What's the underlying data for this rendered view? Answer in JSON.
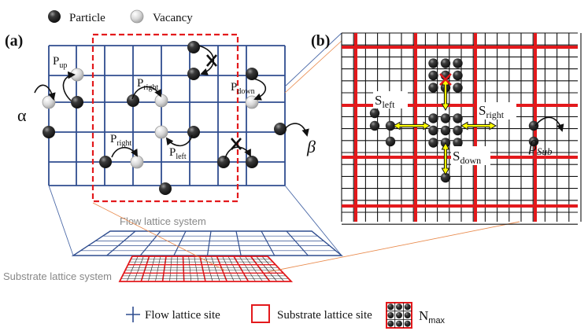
{
  "legend_top": {
    "particle": "Particle",
    "vacancy": "Vacancy"
  },
  "panel_a": {
    "label": "(a)",
    "alpha": "α",
    "beta": "β",
    "p_up": {
      "main": "P",
      "sub": "up"
    },
    "p_right_1": {
      "main": "P",
      "sub": "right"
    },
    "p_down": {
      "main": "P",
      "sub": "down"
    },
    "p_right_2": {
      "main": "P",
      "sub": "right"
    },
    "p_left": {
      "main": "P",
      "sub": "left"
    }
  },
  "panel_b": {
    "label": "(b)",
    "s_left": {
      "main": "S",
      "sub": "left"
    },
    "s_right": {
      "main": "S",
      "sub": "right"
    },
    "s_down": {
      "main": "S",
      "sub": "down"
    },
    "beta_sub": {
      "main": "β",
      "sub": "Sub"
    }
  },
  "flow_label": "Flow lattice system",
  "substrate_label": "Substrate lattice system",
  "legend_bottom": {
    "flow_site": "Flow lattice site",
    "substrate_site": "Substrate lattice site",
    "nmax": {
      "main": "N",
      "sub": "max"
    }
  },
  "colors": {
    "flow_blue": "#2f4d8f",
    "substrate_red": "#e3191c",
    "particle": "#2a2a2a",
    "vacancy": "#d6d6d6",
    "arrow_yellow": "#ffff00"
  }
}
